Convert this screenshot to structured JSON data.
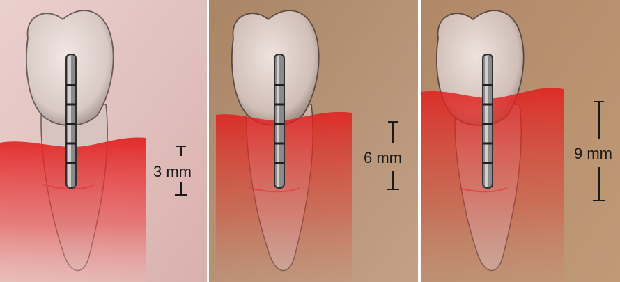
{
  "panels": [
    {
      "id": "panel-1",
      "depth_label": "3 mm",
      "background": "#e3bfbd",
      "pocket_depth_mm": 3
    },
    {
      "id": "panel-2",
      "depth_label": "6 mm",
      "background": "#b79577",
      "pocket_depth_mm": 6
    },
    {
      "id": "panel-3",
      "depth_label": "9 mm",
      "background": "#b88f6b",
      "pocket_depth_mm": 9
    }
  ],
  "colors": {
    "gingiva": "#e11b1b",
    "tooth": "#e6d8d2",
    "probe": "#3a3a3a",
    "divider": "#ffffff"
  }
}
